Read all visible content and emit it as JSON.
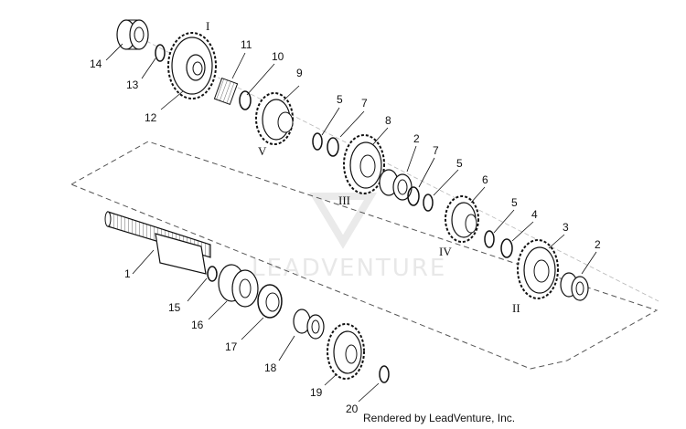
{
  "watermark": "LEADVENTURE",
  "credit": "Rendered by LeadVenture, Inc.",
  "roman_labels": [
    "I",
    "V",
    "III",
    "IV",
    "II"
  ],
  "part_numbers": [
    "14",
    "13",
    "12",
    "11",
    "10",
    "9",
    "5",
    "7",
    "8",
    "2",
    "7",
    "5",
    "6",
    "5",
    "4",
    "3",
    "2",
    "1",
    "15",
    "16",
    "17",
    "18",
    "19",
    "20"
  ]
}
